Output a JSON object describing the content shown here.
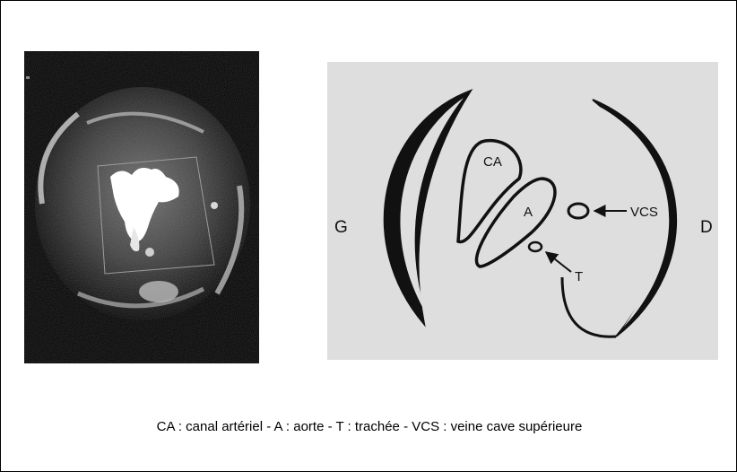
{
  "diagram": {
    "labels": {
      "left_side": "G",
      "right_side": "D",
      "ductus": "CA",
      "aorta": "A",
      "svc": "VCS",
      "trachea": "T"
    }
  },
  "caption": "CA : canal artériel - A : aorte - T : trachée - VCS : veine cave supérieure"
}
